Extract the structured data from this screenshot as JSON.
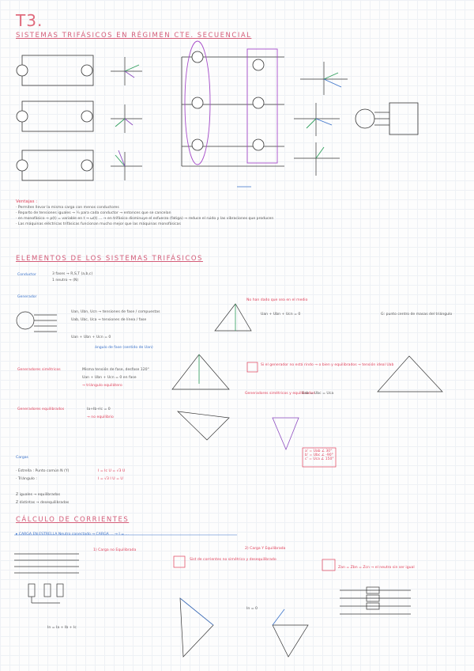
{
  "header": {
    "title": "T3."
  },
  "sections": {
    "s1": "SISTEMAS TRIFÁSICOS EN RÉGIMEN CTE. SECUENCIAL",
    "s2": "ELEMENTOS DE LOS SISTEMAS TRIFÁSICOS",
    "s3": "CÁLCULO DE CORRIENTES"
  },
  "ventajas": {
    "heading": "Ventajas :",
    "items": [
      "· Permiten llevar la misma carga con menos conductores",
      "· Reparto de tensiones iguales → ¼ para cada conductor → entonces que se cancelan",
      "· en monofásico → p(t) = variable en t → ω(t) ... → en trifásico disminuye el esfuerzo (fatiga) → reduce el ruido y las vibraciones que producen",
      "· Las máquinas eléctricas trifásicas funcionan mucho mejor que las máquinas monofásicas"
    ]
  },
  "elementos": {
    "conductor_label": "Conductor",
    "conductor_a": "3 fases → R,S,T (a,b,c)",
    "conductor_b": "1 neutro → (N)",
    "generador_label": "Generador",
    "gen_line1": "Uan, Ubn, Ucn → tensiones de fase / compuestas",
    "gen_line2": "Uab, Ubc, Uca → tensiones de línea / fase",
    "gen_eq": "Uan + Ubn + Ucn = 0",
    "gen_note": "ángulo de fase (sentido de Uan)",
    "red_note": "No han dado que sea en el medio",
    "tri_eq": "Uan + Ubn + Ucn = 0",
    "centro": "G: punto centro de masas del triángulo",
    "sim_label": "Generadores simétricos",
    "sim_text": "Misma tensión de fase, desfase 120°",
    "sim_eq": "Uan + Ubn + Ucn = 0  en fase",
    "sim_tri": "→ triángulo equilátero",
    "eq_label": "Generadores equilibrados",
    "eq_text": "Ia+Ib+Ic = 0",
    "eq_tri": "→ no equilibrio",
    "simeq_label": "Generadores simétricos y equilibrados",
    "simeq_eq": "Uab = Ubc = Uca",
    "pink_box": "Si el generador no está rindo → o bien y equilibrados → tensión ideal Uab",
    "values": [
      "a' = Uab ∠ 30°",
      "b' = Ubc ∠ -90°",
      "c' = Uca ∠ 150°"
    ]
  },
  "cargas": {
    "heading": "Cargas",
    "estrella": "· Estrella : Punto común N (Y)",
    "estrella_v": "I = Ic   U = √3 U",
    "triangulo": "· Triángulo :",
    "triangulo_v": "I = √3 I   U = U",
    "iguales": "Z iguales → equilibradas",
    "distintas": "Z distintas → desequilibradas"
  },
  "calculo": {
    "carga_estrella": "▸ CARGA EN ESTRELLA  Neutro conectado → CARGA ... → I = ... ",
    "caso1": "1) Carga no Equilibrada",
    "caso1_note": "Sist de corrientes no simétrico y desequilibrado",
    "caso2": "2) Carga Y Equilibrada",
    "caso2_note": "Zan = Zbn = Zcn → el neutro sin ser igual",
    "in_eq": "In = Ia + Ib + Ic",
    "in_zero": "In = 0"
  },
  "colors": {
    "accent": "#e06b7d",
    "blue": "#3a72c9",
    "green": "#2f9e5c",
    "purple": "#8d4cc0",
    "red": "#e0405a"
  }
}
